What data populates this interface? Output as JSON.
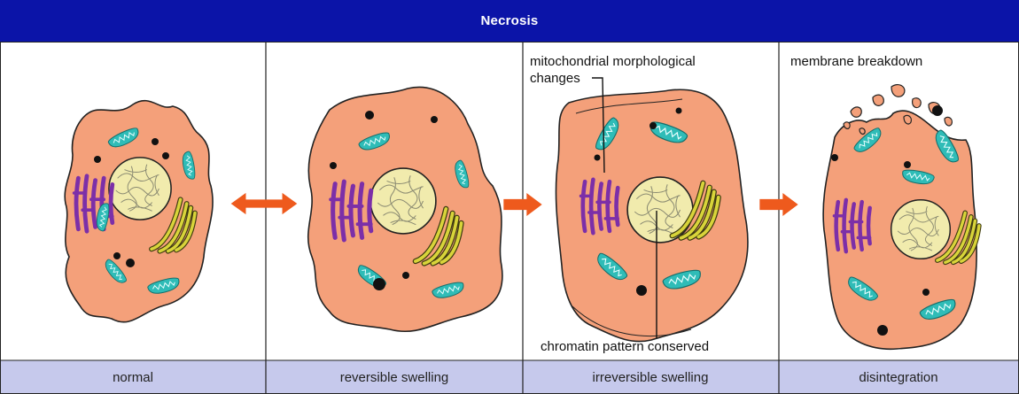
{
  "title": "Necrosis",
  "panels": [
    {
      "id": "normal",
      "label": "normal"
    },
    {
      "id": "reversible",
      "label": "reversible swelling"
    },
    {
      "id": "irreversible",
      "label": "irreversible swelling"
    },
    {
      "id": "disintegration",
      "label": "disintegration"
    }
  ],
  "annotations": {
    "mito_line1": "mitochondrial morphological",
    "mito_line2": "changes",
    "chromatin": "chromatin pattern conserved",
    "membrane": "membrane breakdown"
  },
  "colors": {
    "title_bg": "#0b14a8",
    "caption_bg": "#c6c9ec",
    "cytoplasm": "#f4a07a",
    "nucleus": "#f1ebad",
    "mitochondria": "#2fbcb7",
    "er": "#7c2fa8",
    "golgi": "#d8d43a",
    "arrow": "#ee5a1d"
  }
}
